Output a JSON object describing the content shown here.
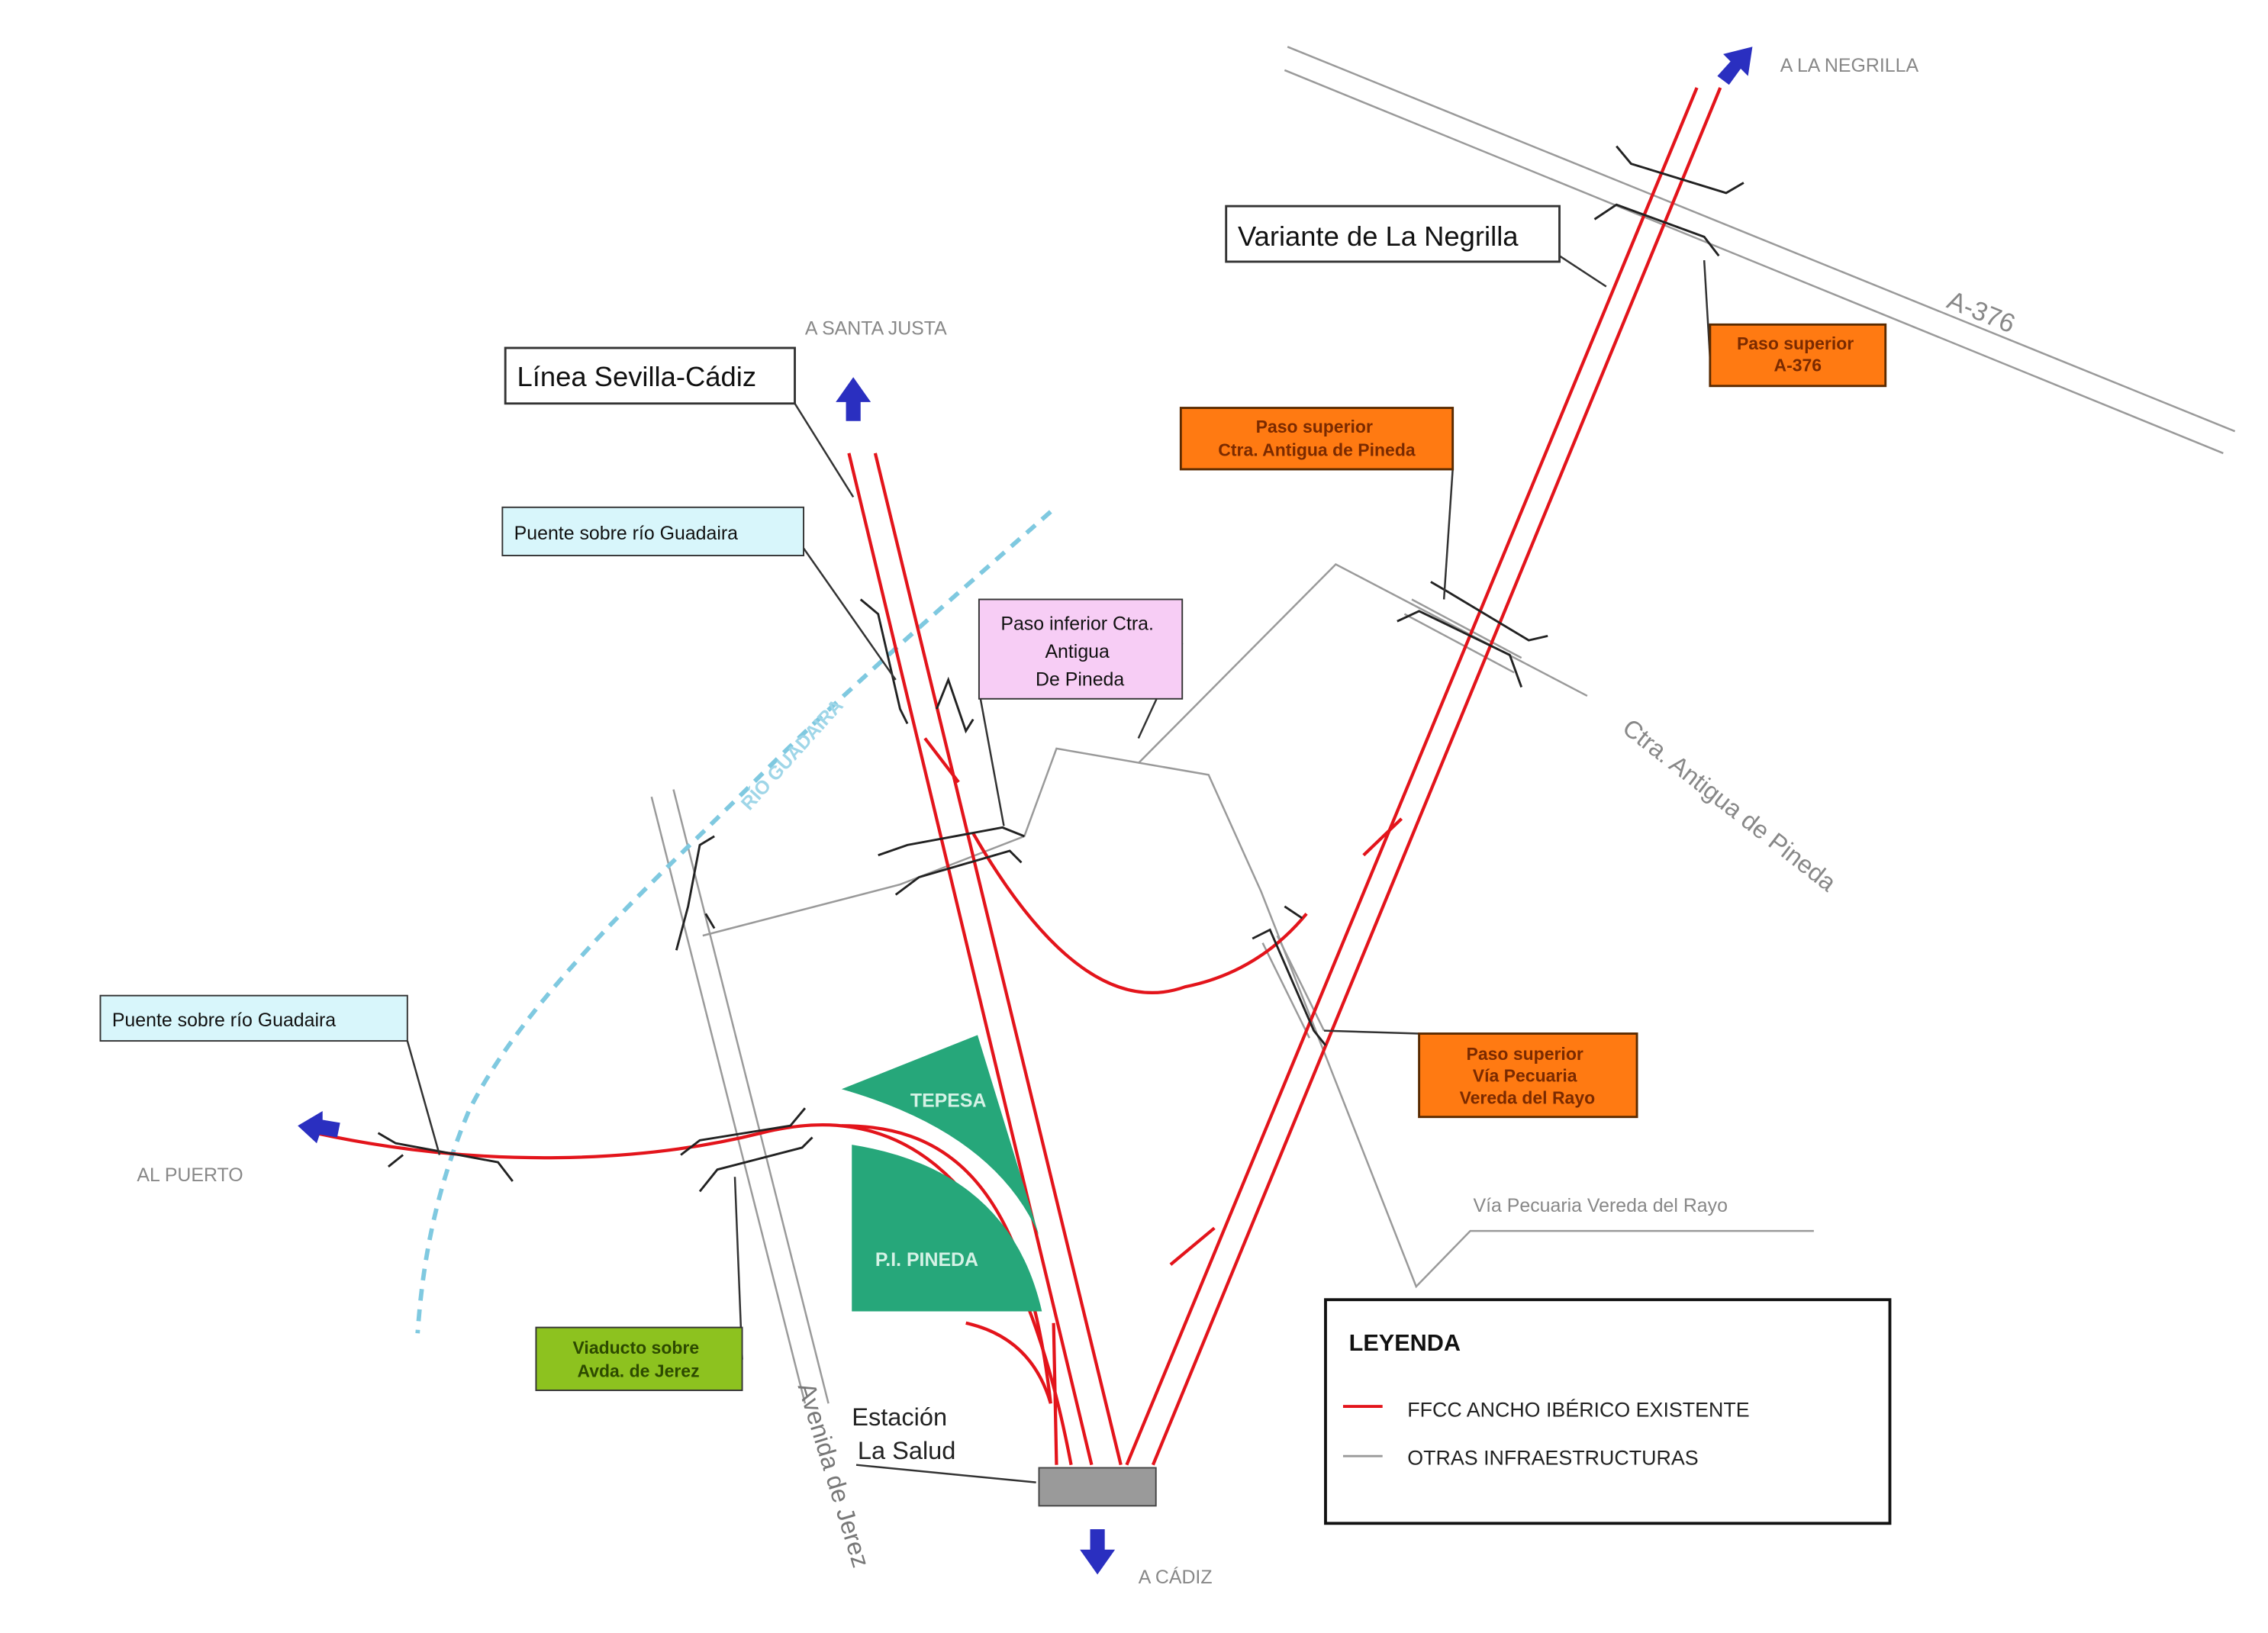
{
  "colors": {
    "rail": "#e3141b",
    "road": "#9a9a9a",
    "river": "#7fc9e0",
    "orange_box": "#ff7a12",
    "cyan_box": "#d8f6fb",
    "pink_box": "#f7cdf5",
    "green_box": "#8dc21f",
    "industrial": "#26a77a",
    "arrow": "#2a2fc0"
  },
  "directions": {
    "santa_justa": "A SANTA JUSTA",
    "negrilla": "A LA NEGRILLA",
    "puerto": "AL PUERTO",
    "cadiz": "A CÁDIZ"
  },
  "roads": {
    "a376": "A-376",
    "ctra_pineda": "Ctra. Antigua de Pineda",
    "via_pecuaria": "Vía Pecuaria Vereda del Rayo",
    "avenida_jerez": "Avenida de Jerez",
    "river": "RÍO GUADAIRA"
  },
  "labels": {
    "linea": "Línea Sevilla-Cádiz",
    "variante": "Variante de La Negrilla",
    "puente1": "Puente sobre río Guadaira",
    "puente2": "Puente sobre río Guadaira",
    "paso_inferior": [
      "Paso inferior Ctra.",
      "Antigua",
      "De Pineda"
    ],
    "paso_sup_pineda": [
      "Paso superior",
      "Ctra. Antigua de Pineda"
    ],
    "paso_sup_a376": [
      "Paso superior",
      "A-376"
    ],
    "paso_sup_pecuaria": [
      "Paso superior",
      "Vía Pecuaria",
      "Vereda del Rayo"
    ],
    "viaducto": [
      "Viaducto sobre",
      "Avda. de Jerez"
    ],
    "estacion": [
      "Estación",
      "La Salud"
    ],
    "tepesa": "TEPESA",
    "pineda": "P.I. PINEDA"
  },
  "legend": {
    "title": "LEYENDA",
    "items": [
      "FFCC ANCHO IBÉRICO EXISTENTE",
      "OTRAS INFRAESTRUCTURAS"
    ]
  }
}
